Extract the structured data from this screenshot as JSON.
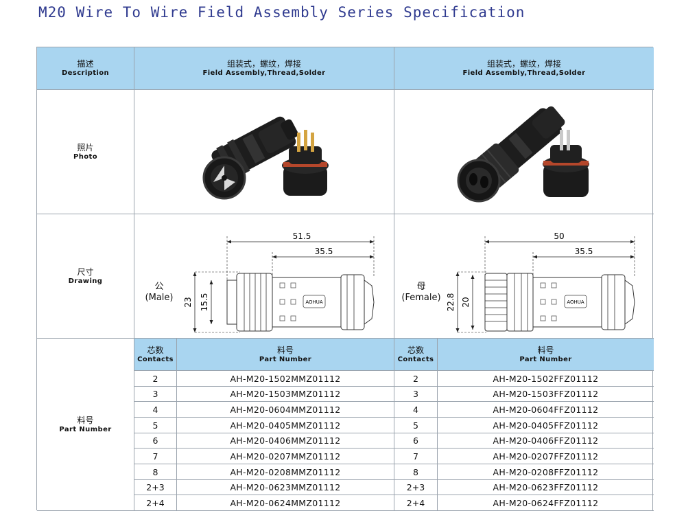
{
  "title": "M20 Wire To Wire Field Assembly Series Specification",
  "header": {
    "desc_cn": "描述",
    "desc_en": "Description",
    "col1_cn": "组装式，螺纹，焊接",
    "col1_en": "Field Assembly,Thread,Solder",
    "col2_cn": "组装式，螺纹，焊接",
    "col2_en": "Field Assembly,Thread,Solder"
  },
  "photo_row": {
    "cn": "照片",
    "en": "Photo"
  },
  "drawing_row": {
    "cn": "尺寸",
    "en": "Drawing",
    "male": {
      "cn": "公",
      "en": "(Male)",
      "overall": "51.5",
      "body": "35.5",
      "outer_dia": "23",
      "inner_dia": "15.5",
      "logo": "AOHUA"
    },
    "female": {
      "cn": "母",
      "en": "(Female)",
      "overall": "50",
      "body": "35.5",
      "outer_dia": "22.8",
      "inner_dia": "20",
      "logo": "AOHUA"
    }
  },
  "part_row": {
    "cn": "料号",
    "en": "Part Number",
    "contacts_cn": "芯数",
    "contacts_en": "Contacts",
    "pn_cn": "料号",
    "pn_en": "Part Number",
    "male": [
      {
        "contacts": "2",
        "part": "AH-M20-1502MMZ01112"
      },
      {
        "contacts": "3",
        "part": "AH-M20-1503MMZ01112"
      },
      {
        "contacts": "4",
        "part": "AH-M20-0604MMZ01112"
      },
      {
        "contacts": "5",
        "part": "AH-M20-0405MMZ01112"
      },
      {
        "contacts": "6",
        "part": "AH-M20-0406MMZ01112"
      },
      {
        "contacts": "7",
        "part": "AH-M20-0207MMZ01112"
      },
      {
        "contacts": "8",
        "part": "AH-M20-0208MMZ01112"
      },
      {
        "contacts": "2+3",
        "part": "AH-M20-0623MMZ01112"
      },
      {
        "contacts": "2+4",
        "part": "AH-M20-0624MMZ01112"
      }
    ],
    "female": [
      {
        "contacts": "2",
        "part": "AH-M20-1502FFZ01112"
      },
      {
        "contacts": "3",
        "part": "AH-M20-1503FFZ01112"
      },
      {
        "contacts": "4",
        "part": "AH-M20-0604FFZ01112"
      },
      {
        "contacts": "5",
        "part": "AH-M20-0405FFZ01112"
      },
      {
        "contacts": "6",
        "part": "AH-M20-0406FFZ01112"
      },
      {
        "contacts": "7",
        "part": "AH-M20-0207FFZ01112"
      },
      {
        "contacts": "8",
        "part": "AH-M20-0208FFZ01112"
      },
      {
        "contacts": "2+3",
        "part": "AH-M20-0623FFZ01112"
      },
      {
        "contacts": "2+4",
        "part": "AH-M20-0624FFZ01112"
      }
    ]
  },
  "colors": {
    "header_bg": "#a9d5f0",
    "title": "#2f3a8f",
    "border": "#9aa3ad",
    "seal_ring": "#c0502a"
  }
}
